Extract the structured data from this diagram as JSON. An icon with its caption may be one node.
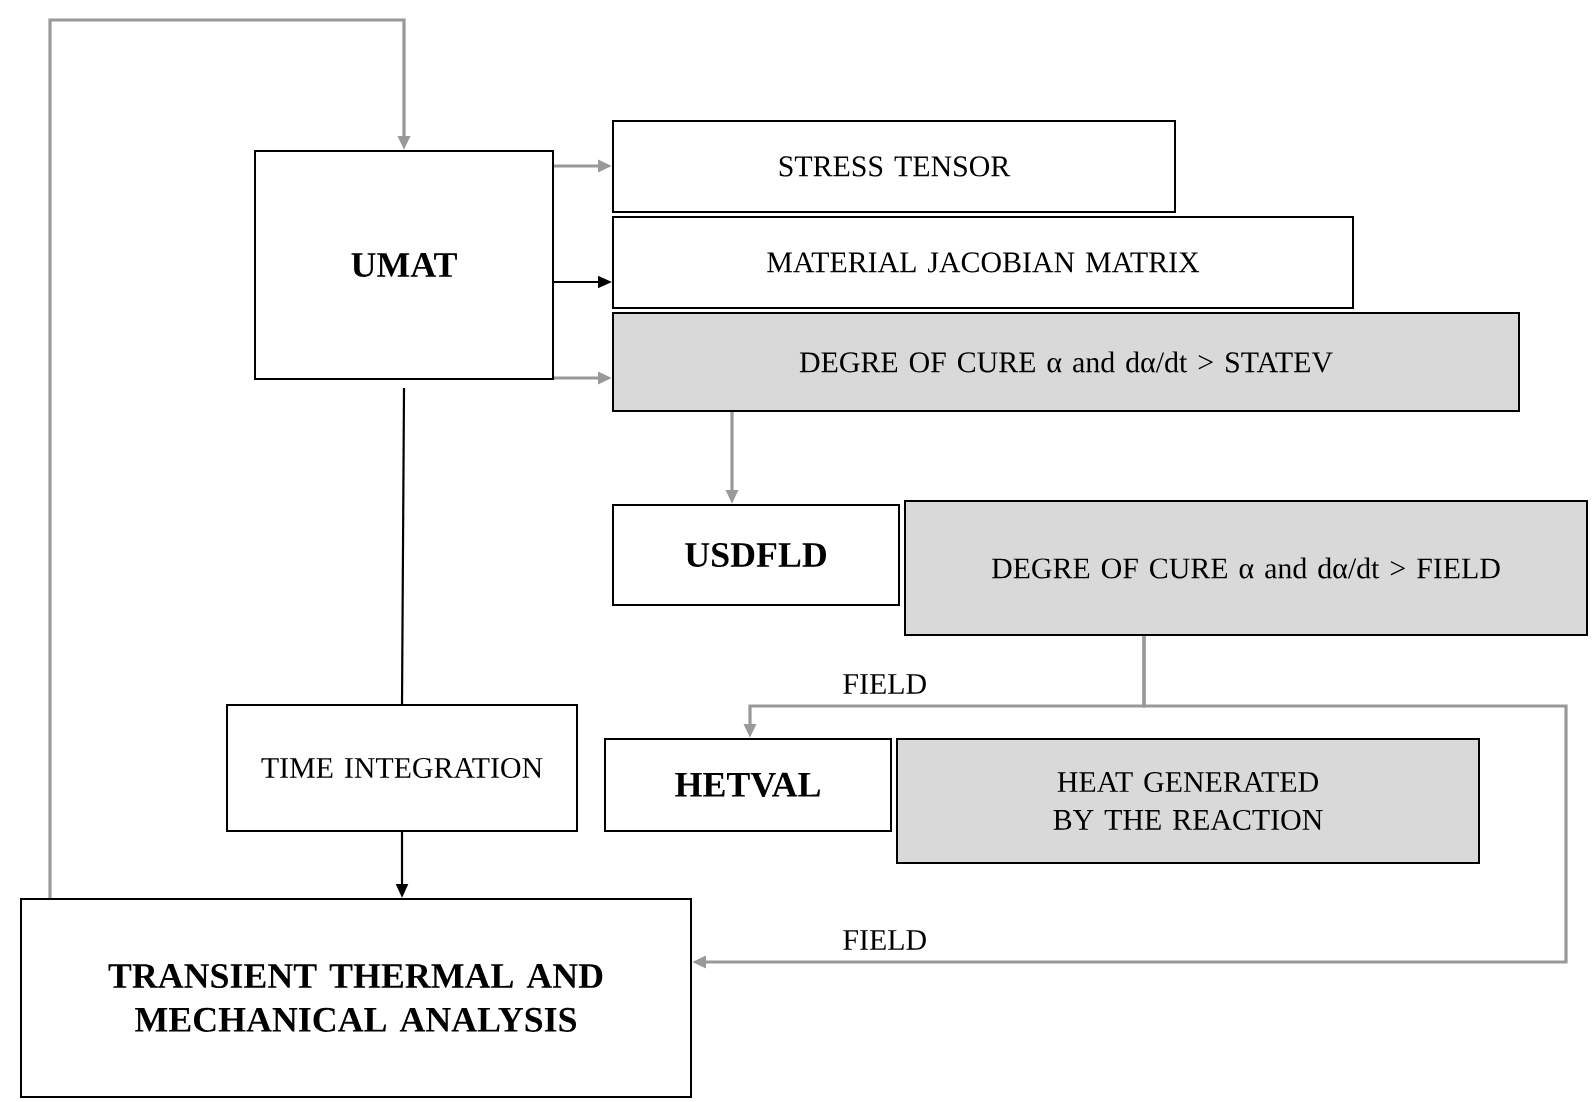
{
  "diagram": {
    "nodes": [
      {
        "text": [
          "UMAT"
        ]
      },
      {
        "text": [
          "STRESS TENSOR"
        ]
      },
      {
        "text": [
          "MATERIAL JACOBIAN MATRIX"
        ]
      },
      {
        "text": [
          "DEGRE OF CURE α and dα/dt > STATEV"
        ]
      },
      {
        "text": [
          "USDFLD"
        ]
      },
      {
        "text": [
          "DEGRE OF CURE α and dα/dt > FIELD"
        ]
      },
      {
        "text": [
          "TIME INTEGRATION"
        ]
      },
      {
        "text": [
          "HETVAL"
        ]
      },
      {
        "text": [
          "HEAT GENERATED BY THE REACTION"
        ]
      },
      {
        "text": [
          "TRANSIENT THERMAL AND MECHANICAL ANALYSIS"
        ]
      }
    ],
    "edges": [
      {
        "from": 9,
        "to": 0,
        "arrow": "to"
      },
      {
        "from": 0,
        "to": 1,
        "arrow": "to"
      },
      {
        "from": 0,
        "to": 2,
        "arrow": "to",
        "color": "#000000"
      },
      {
        "from": 0,
        "to": 3,
        "arrow": "to"
      },
      {
        "from": 3,
        "to": 4,
        "arrow": "to"
      },
      {
        "from": 0,
        "to": 6,
        "arrow": "none",
        "color": "#000000"
      },
      {
        "from": 6,
        "to": 9,
        "arrow": "to",
        "color": "#000000"
      },
      {
        "from": 5,
        "to": 7,
        "arrow": "to",
        "label": "FIELD"
      },
      {
        "from": 5,
        "to": 9,
        "arrow": "to",
        "label": "FIELD"
      }
    ]
  }
}
